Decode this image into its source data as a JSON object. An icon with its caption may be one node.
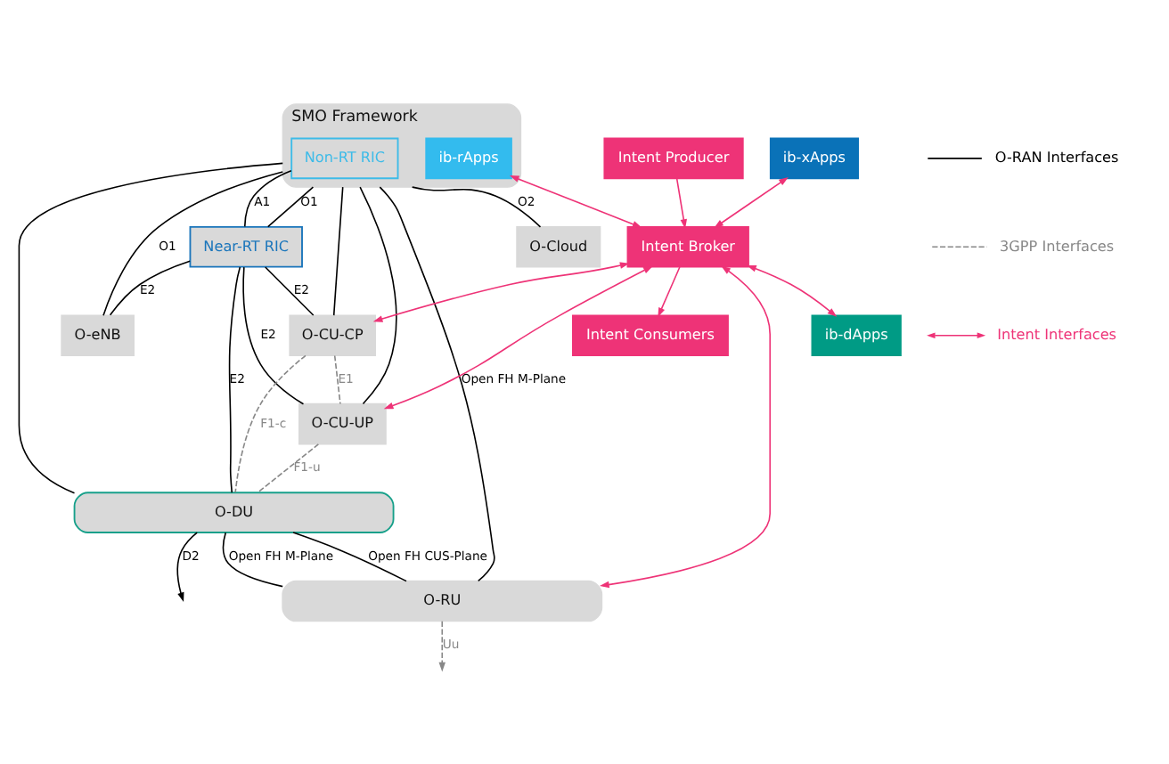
{
  "diagram": {
    "nodes": [
      {
        "text": [
          "SMO Framework"
        ]
      },
      {
        "text": [
          "Non-RT RIC"
        ],
        "in": 0
      },
      {
        "text": [
          "ib-rApps"
        ],
        "in": 0
      },
      {
        "text": [
          "O-Cloud"
        ]
      },
      {
        "text": [
          "Near-RT RIC"
        ]
      },
      {
        "text": [
          "ib-xApps"
        ]
      },
      {
        "text": [
          "Intent Broker"
        ]
      },
      {
        "text": [
          "Intent Producer"
        ]
      },
      {
        "text": [
          "Intent Consumers"
        ]
      },
      {
        "text": [
          "O-eNB"
        ]
      },
      {
        "text": [
          "O-CU-CP"
        ]
      },
      {
        "text": [
          "O-CU-UP"
        ]
      },
      {
        "text": [
          "O-DU"
        ]
      },
      {
        "text": [
          "ib-dApps"
        ]
      },
      {
        "text": [
          "O-RU"
        ]
      }
    ],
    "edges": [
      {
        "from": 0,
        "to": 3,
        "arrow": "none",
        "label": "O2"
      },
      {
        "from": 0,
        "to": 9,
        "arrow": "none",
        "label": "O1"
      },
      {
        "from": 1,
        "to": 4,
        "arrow": "none",
        "label": "A1"
      },
      {
        "from": 4,
        "to": 9,
        "arrow": "none",
        "label": "E2"
      },
      {
        "from": 4,
        "to": 10,
        "arrow": "none",
        "label": "E2"
      },
      {
        "from": 4,
        "to": 12,
        "arrow": "none",
        "label": "E2"
      },
      {
        "from": 4,
        "to": 11,
        "arrow": "none",
        "label": "E2"
      },
      {
        "from": 0,
        "to": 14,
        "arrow": "none",
        "label": "Open FH M-Plane"
      },
      {
        "from": 0,
        "to": 4,
        "arrow": "none",
        "label": "O1"
      },
      {
        "from": 0,
        "to": 10,
        "arrow": "none"
      },
      {
        "from": 0,
        "to": 11,
        "arrow": "none"
      },
      {
        "from": 0,
        "to": 12,
        "arrow": "none"
      },
      {
        "from": 10,
        "to": 11,
        "arrow": "none",
        "label": "E1",
        "style": "dashed",
        "color": "#888888"
      },
      {
        "from": 10,
        "to": 12,
        "arrow": "none",
        "label": "F1-c",
        "style": "dashed",
        "color": "#888888"
      },
      {
        "from": 11,
        "to": 12,
        "arrow": "none",
        "label": "F1-u",
        "style": "dashed",
        "color": "#888888"
      },
      {
        "from": 12,
        "to": 14,
        "arrow": "none",
        "label": "Open FH CUS-Plane"
      },
      {
        "from": 12,
        "to": 14,
        "arrow": "none",
        "label": "Open FH M-Plane"
      },
      {
        "from": 12,
        "to": null,
        "arrow": "to",
        "label": "D2"
      },
      {
        "from": 14,
        "to": null,
        "arrow": "to",
        "label": "Uu",
        "style": "dashed",
        "color": "#888888"
      },
      {
        "from": 2,
        "to": 6,
        "arrow": "both",
        "color": "#ee3377"
      },
      {
        "from": 5,
        "to": 6,
        "arrow": "both",
        "color": "#ee3377"
      },
      {
        "from": 7,
        "to": 6,
        "arrow": "to",
        "color": "#ee3377"
      },
      {
        "from": 6,
        "to": 8,
        "arrow": "to",
        "color": "#ee3377"
      },
      {
        "from": 6,
        "to": 10,
        "arrow": "both",
        "color": "#ee3377"
      },
      {
        "from": 6,
        "to": 11,
        "arrow": "both",
        "color": "#ee3377"
      },
      {
        "from": 6,
        "to": 13,
        "arrow": "both",
        "color": "#ee3377"
      },
      {
        "from": 6,
        "to": 14,
        "arrow": "both",
        "color": "#ee3377"
      }
    ],
    "legend": [
      {
        "text": "O-RAN Interfaces"
      },
      {
        "text": "3GPP Interfaces"
      },
      {
        "text": "Intent Interfaces"
      }
    ]
  }
}
